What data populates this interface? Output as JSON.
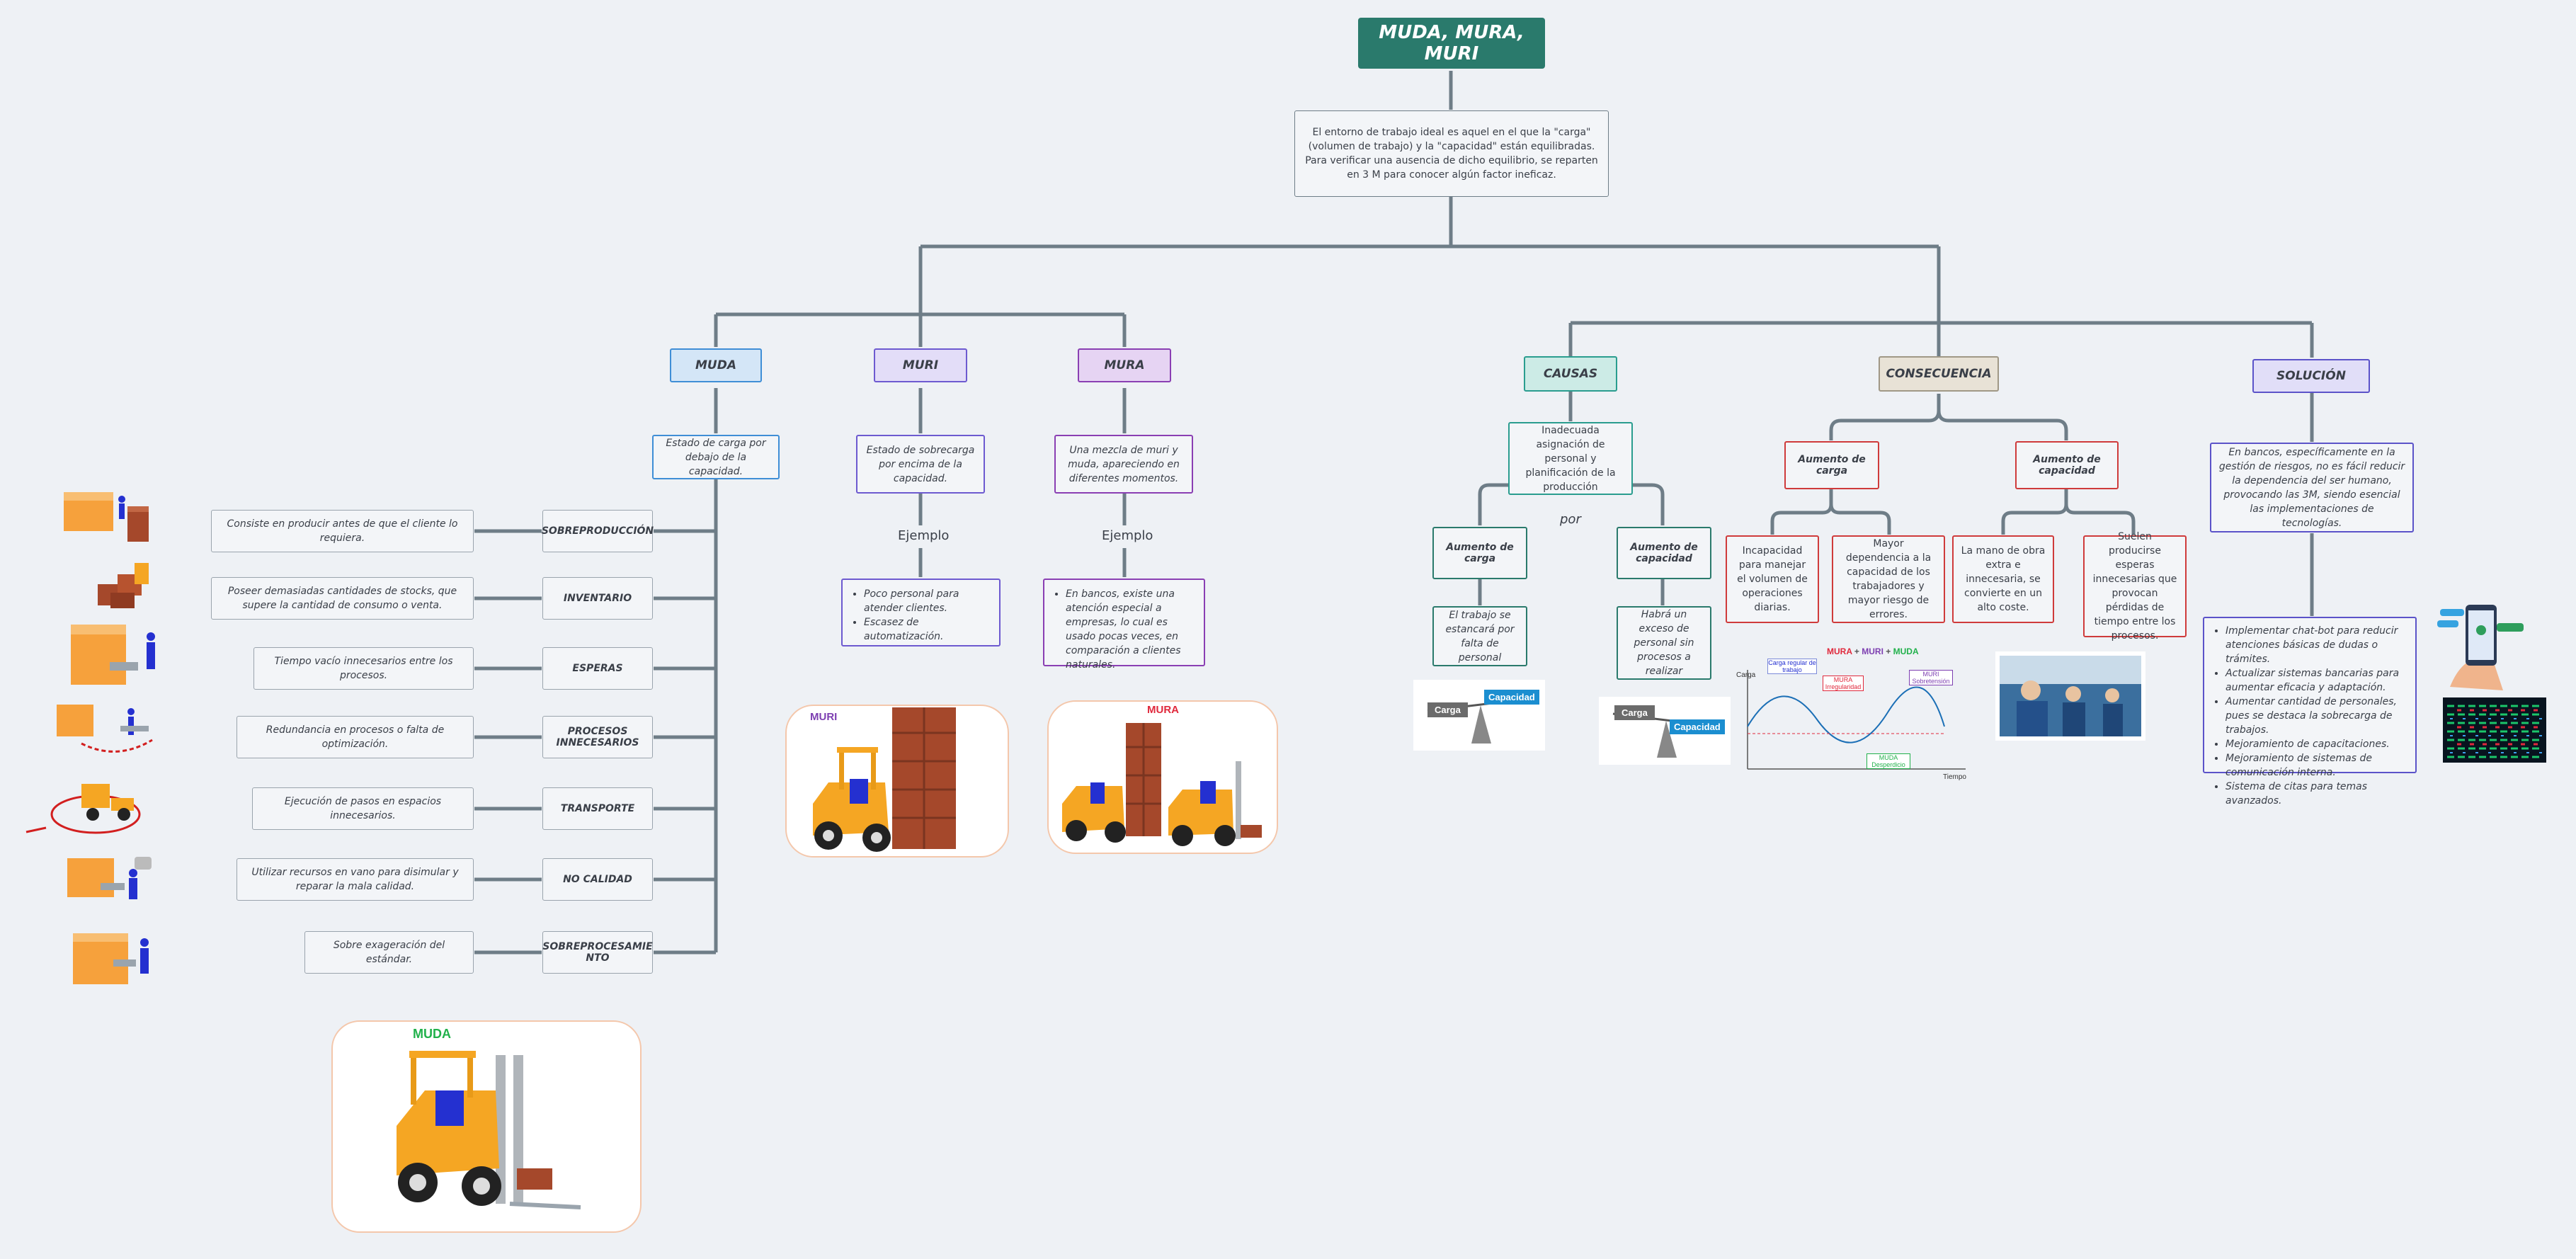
{
  "title": "MUDA, MURA, MURI",
  "intro": "El entorno de trabajo ideal es aquel en el que la \"carga\" (volumen de trabajo) y la \"capacidad\" están equilibradas. Para verificar una ausencia de dicho equilibrio, se reparten en 3 M para conocer algún factor ineficaz.",
  "muda": {
    "label": "MUDA",
    "desc": "Estado de carga por debajo de la capacidad.",
    "card_label": "MUDA",
    "items": [
      {
        "name": "SOBREPRODUCCIÓN",
        "desc": "Consiste en producir antes de que el cliente lo requiera."
      },
      {
        "name": "INVENTARIO",
        "desc": "Poseer demasiadas cantidades de stocks, que supere la cantidad de consumo o venta."
      },
      {
        "name": "ESPERAS",
        "desc": "Tiempo vacío innecesarios entre los procesos."
      },
      {
        "name": "PROCESOS INNECESARIOS",
        "desc": "Redundancia en procesos o falta de optimización."
      },
      {
        "name": "TRANSPORTE",
        "desc": "Ejecución de pasos en espacios innecesarios."
      },
      {
        "name": "NO CALIDAD",
        "desc": "Utilizar recursos en vano para disimular y reparar la mala calidad."
      },
      {
        "name": "SOBREPROCESAMIE NTO",
        "desc": "Sobre exageración del estándar."
      }
    ]
  },
  "muri": {
    "label": "MURI",
    "desc": "Estado de sobrecarga por encima de la capacidad.",
    "example_label": "Ejemplo",
    "examples": [
      "Poco personal para atender clientes.",
      "Escasez de automatización."
    ],
    "card_label": "MURI"
  },
  "mura": {
    "label": "MURA",
    "desc": "Una mezcla de muri y muda, apareciendo en diferentes momentos.",
    "example_label": "Ejemplo",
    "examples": [
      "En bancos, existe una atención especial a empresas, lo cual es usado pocas veces, en comparación a clientes naturales."
    ],
    "card_label": "MURA"
  },
  "causas": {
    "label": "CAUSAS",
    "desc": "Inadecuada asignación de personal y planificación de la producción",
    "por": "por",
    "left": {
      "label": "Aumento de carga",
      "desc": "El trabajo se estancará por falta de personal"
    },
    "right": {
      "label": "Aumento de capacidad",
      "desc": "Habrá un exceso de personal sin procesos a realizar"
    },
    "scale_carga": "Carga",
    "scale_capacidad": "Capacidad"
  },
  "consecuencia": {
    "label": "CONSECUENCIA",
    "left": {
      "label": "Aumento de carga",
      "items": [
        "Incapacidad para manejar el volumen de operaciones diarias.",
        "Mayor dependencia a la capacidad de los trabajadores y mayor riesgo de errores."
      ]
    },
    "right": {
      "label": "Aumento de capacidad",
      "items": [
        "La mano de obra extra e innecesaria, se convierte en un alto coste.",
        "Suelen producirse esperas innecesarias que provocan pérdidas de tiempo entre los procesos."
      ]
    },
    "graph": {
      "title_mura": "MURA",
      "title_plus1": "+",
      "title_muri": "MURI",
      "title_plus2": "+",
      "title_muda": "MUDA",
      "y_label": "Carga",
      "x_label": "Tiempo",
      "note_regular": "Carga regular de trabajo",
      "note_mura": "MURA Irregularidad",
      "note_muri": "MURI Sobretensión",
      "note_muda": "MUDA Desperdicio"
    }
  },
  "solucion": {
    "label": "SOLUCIÓN",
    "desc": "En bancos, específicamente en la gestión de riesgos, no es fácil reducir la dependencia del ser humano, provocando las 3M, siendo esencial las implementaciones de tecnologías.",
    "items": [
      "Implementar chat-bot para reducir atenciones básicas de dudas o trámites.",
      "Actualizar sistemas bancarias para aumentar eficacia y adaptación.",
      "Aumentar cantidad de personales, pues se destaca la sobrecarga de trabajos.",
      "Mejoramiento de capacitaciones.",
      "Mejoramiento de sistemas de comunicación interna.",
      "Sistema de citas para temas avanzados."
    ]
  },
  "colors": {
    "teal": "#2a7a6c",
    "line": "#6e7d87",
    "muda": "#3f8ed6",
    "muri": "#6d5ad0",
    "mura": "#8a3fb3",
    "causas": "#2a9d8f",
    "conse": "#a09886",
    "red": "#cf3b3b",
    "solucion": "#5b53c9"
  }
}
